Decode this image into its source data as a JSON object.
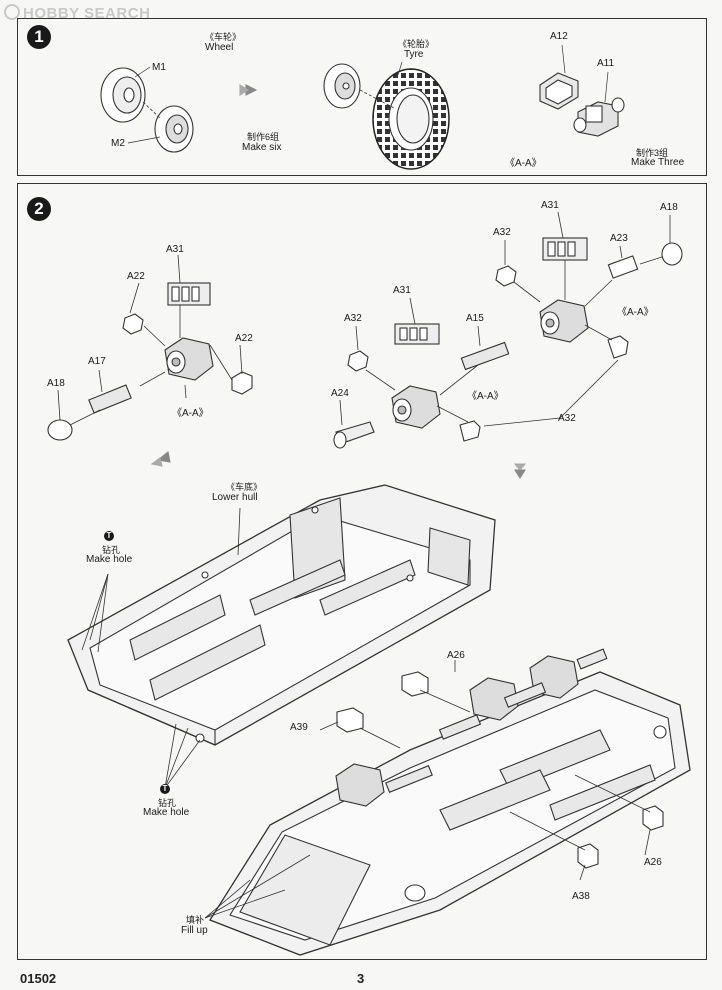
{
  "watermark": {
    "text": "HOBBY SEARCH"
  },
  "step1": {
    "number": "1",
    "wheel": {
      "cn": "《车轮》",
      "en": "Wheel",
      "part_m1": "M1",
      "part_m2": "M2"
    },
    "make_six": {
      "cn": "制作6组",
      "en": "Make six"
    },
    "tyre": {
      "cn": "《轮胎》",
      "en": "Tyre"
    },
    "axle": {
      "part_a12": "A12",
      "part_a11": "A11",
      "group": "《A-A》"
    },
    "make_three": {
      "cn": "制作3组",
      "en": "Make Three"
    }
  },
  "step2": {
    "number": "2",
    "left_axle": {
      "a31": "A31",
      "a22_top": "A22",
      "a22_right": "A22",
      "a17": "A17",
      "a18": "A18",
      "group": "《A-A》"
    },
    "mid_axle": {
      "a31": "A31",
      "a32": "A32",
      "a15": "A15",
      "a24": "A24",
      "group": "《A-A》"
    },
    "right_axle": {
      "a31": "A31",
      "a32": "A32",
      "a23": "A23",
      "a18": "A18",
      "group": "《A-A》",
      "a32_bottom": "A32"
    },
    "lower_hull": {
      "cn": "《车底》",
      "en": "Lower hull"
    },
    "drill_top": {
      "marker": "T",
      "cn": "钻孔",
      "en": "Make hole"
    },
    "drill_bottom": {
      "marker": "T",
      "cn": "钻孔",
      "en": "Make hole"
    },
    "assembly": {
      "a26_top": "A26",
      "a39": "A39",
      "a26_bottom": "A26",
      "a38": "A38"
    },
    "fill_up": {
      "cn": "填补",
      "en": "Fill up"
    }
  },
  "footer": {
    "code": "01502",
    "page": "3"
  }
}
